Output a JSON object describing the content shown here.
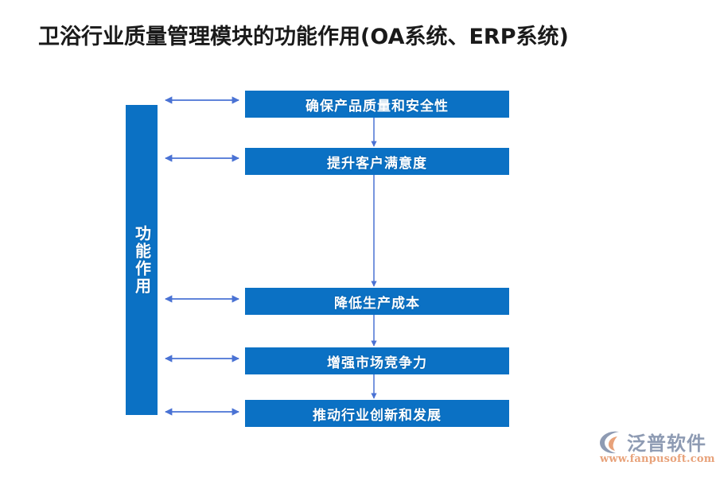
{
  "page": {
    "title": "卫浴行业质量管理模块的功能作用(OA系统、ERP系统)",
    "background_color": "#ffffff",
    "title_color": "#1a1a1a"
  },
  "colors": {
    "node_blue": "#0b71c4",
    "arrow_blue": "#4a72d4",
    "connector_blue": "#4a72d4",
    "node_text": "#ffffff",
    "watermark_brand": "#8e9bb3",
    "watermark_url": "#e8a27a",
    "watermark_accent": "#e8a27a"
  },
  "diagram": {
    "type": "bracket-flow",
    "root": {
      "label": "功能作用",
      "orientation": "vertical"
    },
    "nodes": [
      {
        "id": "node-1",
        "label": "确保产品质量和安全性"
      },
      {
        "id": "node-2",
        "label": "提升客户满意度"
      },
      {
        "id": "node-3",
        "label": "降低生产成本"
      },
      {
        "id": "node-4",
        "label": "增强市场竞争力"
      },
      {
        "id": "node-5",
        "label": "推动行业创新和发展"
      }
    ],
    "horizontal_connectors": [
      {
        "from": "root",
        "to": "node-1",
        "style": "double-arrow"
      },
      {
        "from": "root",
        "to": "node-2",
        "style": "double-arrow"
      },
      {
        "from": "root",
        "to": "node-3",
        "style": "double-arrow"
      },
      {
        "from": "root",
        "to": "node-4",
        "style": "double-arrow"
      },
      {
        "from": "root",
        "to": "node-5",
        "style": "double-arrow"
      }
    ],
    "vertical_connectors": [
      {
        "from": "node-1",
        "to": "node-2",
        "style": "arrow-down"
      },
      {
        "from": "node-2",
        "to": "node-3",
        "style": "arrow-down"
      },
      {
        "from": "node-3",
        "to": "node-4",
        "style": "arrow-down"
      },
      {
        "from": "node-4",
        "to": "node-5",
        "style": "arrow-down"
      }
    ]
  },
  "watermark": {
    "brand": "泛普软件",
    "url": "www.fanpusoft.com",
    "icon": "fanpu-swoosh-logo"
  }
}
